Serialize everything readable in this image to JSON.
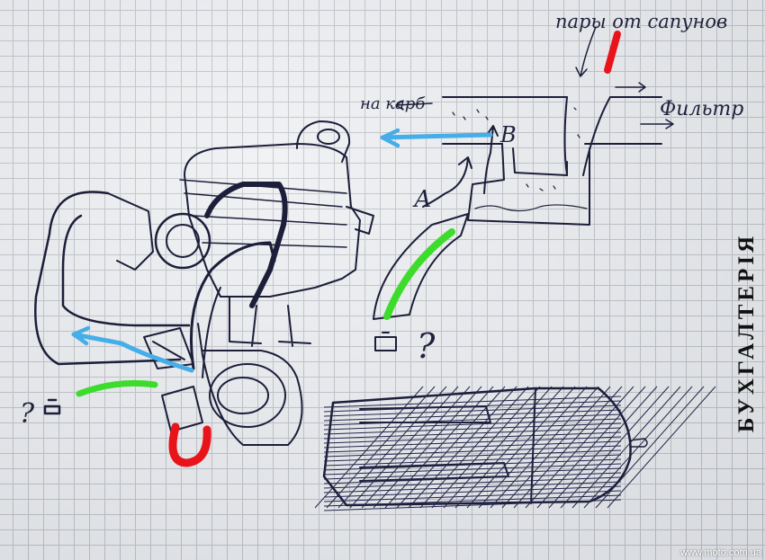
{
  "labels": {
    "vapors": "пары от сапунов",
    "to_carb": "на карб",
    "filter": "Фильтр",
    "letter_a": "А",
    "letter_b": "В",
    "question": "?"
  },
  "side_label": "БУХГАЛТЕРІЯ",
  "watermark": "www.moto.com.ua",
  "colors": {
    "ink": "#1c1e3a",
    "red": "#e8141a",
    "green": "#3ddc2c",
    "blue": "#45aee8",
    "grid": "#b9bcc2"
  }
}
